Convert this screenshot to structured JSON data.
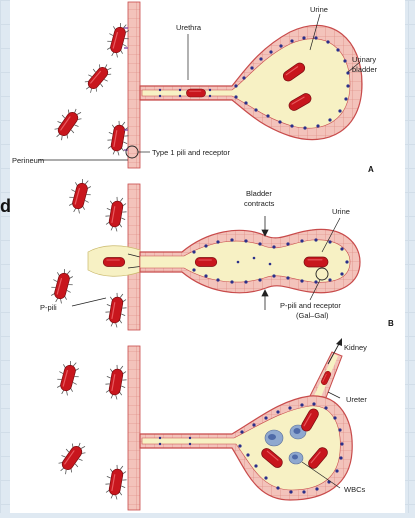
{
  "colors": {
    "bacterium": "#c8161d",
    "tissue_fill": "#f3c3bb",
    "tissue_edge": "#c84b4b",
    "lumen": "#f7f1c4",
    "receptor_dot": "#2a2f8a",
    "wbc": "#8fa8cf",
    "pili": "#555555"
  },
  "cut_letter": "d",
  "panels": {
    "a": {
      "letter": "A",
      "labels": {
        "urine": "Urine",
        "urethra": "Urethra",
        "bladder_line1": "Urinary",
        "bladder_line2": "bladder",
        "pili": "Type 1 pili and receptor",
        "perineum": "Perineum"
      }
    },
    "b": {
      "letter": "B",
      "labels": {
        "contracts_line1": "Bladder",
        "contracts_line2": "contracts",
        "urine": "Urine",
        "ppili": "P-pili",
        "receptor_line1": "P-pili and receptor",
        "receptor_line2": "(Gal–Gal)"
      }
    },
    "c": {
      "labels": {
        "kidney": "Kidney",
        "ureter": "Ureter",
        "wbcs": "WBCs"
      }
    }
  }
}
